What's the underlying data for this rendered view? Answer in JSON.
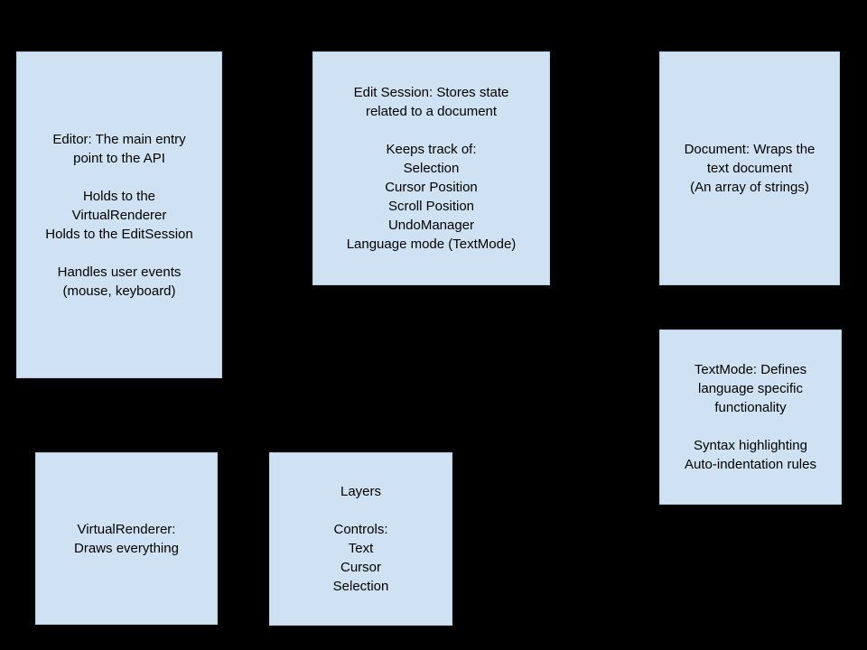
{
  "diagram": {
    "background_color": "#000000",
    "box_fill_color": "#cfe2f3",
    "box_text_color": "#000000"
  },
  "boxes": {
    "editor": {
      "lines": [
        "Editor: The main entry",
        "point to the API",
        "",
        "Holds to the",
        "VirtualRenderer",
        "Holds to the EditSession",
        "",
        "Handles user events",
        "(mouse, keyboard)"
      ]
    },
    "edit_session": {
      "lines": [
        "Edit Session: Stores state",
        "related to a document",
        "",
        "Keeps track of:",
        "Selection",
        "Cursor Position",
        "Scroll Position",
        "UndoManager",
        "Language mode (TextMode)"
      ]
    },
    "document": {
      "lines": [
        "Document: Wraps the",
        "text document",
        "(An array of strings)"
      ]
    },
    "textmode": {
      "lines": [
        "TextMode: Defines",
        "language specific",
        "functionality",
        "",
        "Syntax highlighting",
        "Auto-indentation rules"
      ]
    },
    "virtual_renderer": {
      "lines": [
        "VirtualRenderer:",
        "Draws everything"
      ]
    },
    "layers": {
      "lines": [
        "Layers",
        "",
        "Controls:",
        "Text",
        "Cursor",
        "Selection"
      ]
    }
  }
}
